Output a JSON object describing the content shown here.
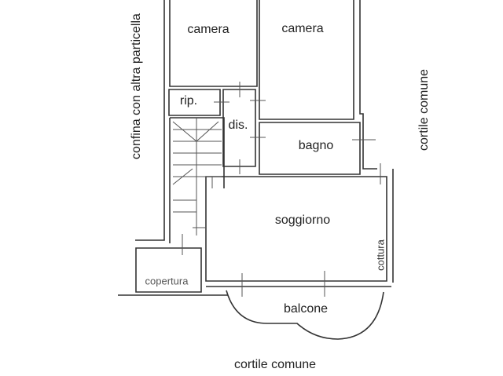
{
  "rooms": {
    "camera_left": "camera",
    "camera_right": "camera",
    "rip": "rip.",
    "dis": "dis.",
    "bagno": "bagno",
    "soggiorno": "soggiorno",
    "cottura": "cottura",
    "copertura": "copertura",
    "balcone": "balcone"
  },
  "surroundings": {
    "bottom": "cortile comune",
    "right": "cortile comune",
    "left": "confina con altra particella"
  }
}
